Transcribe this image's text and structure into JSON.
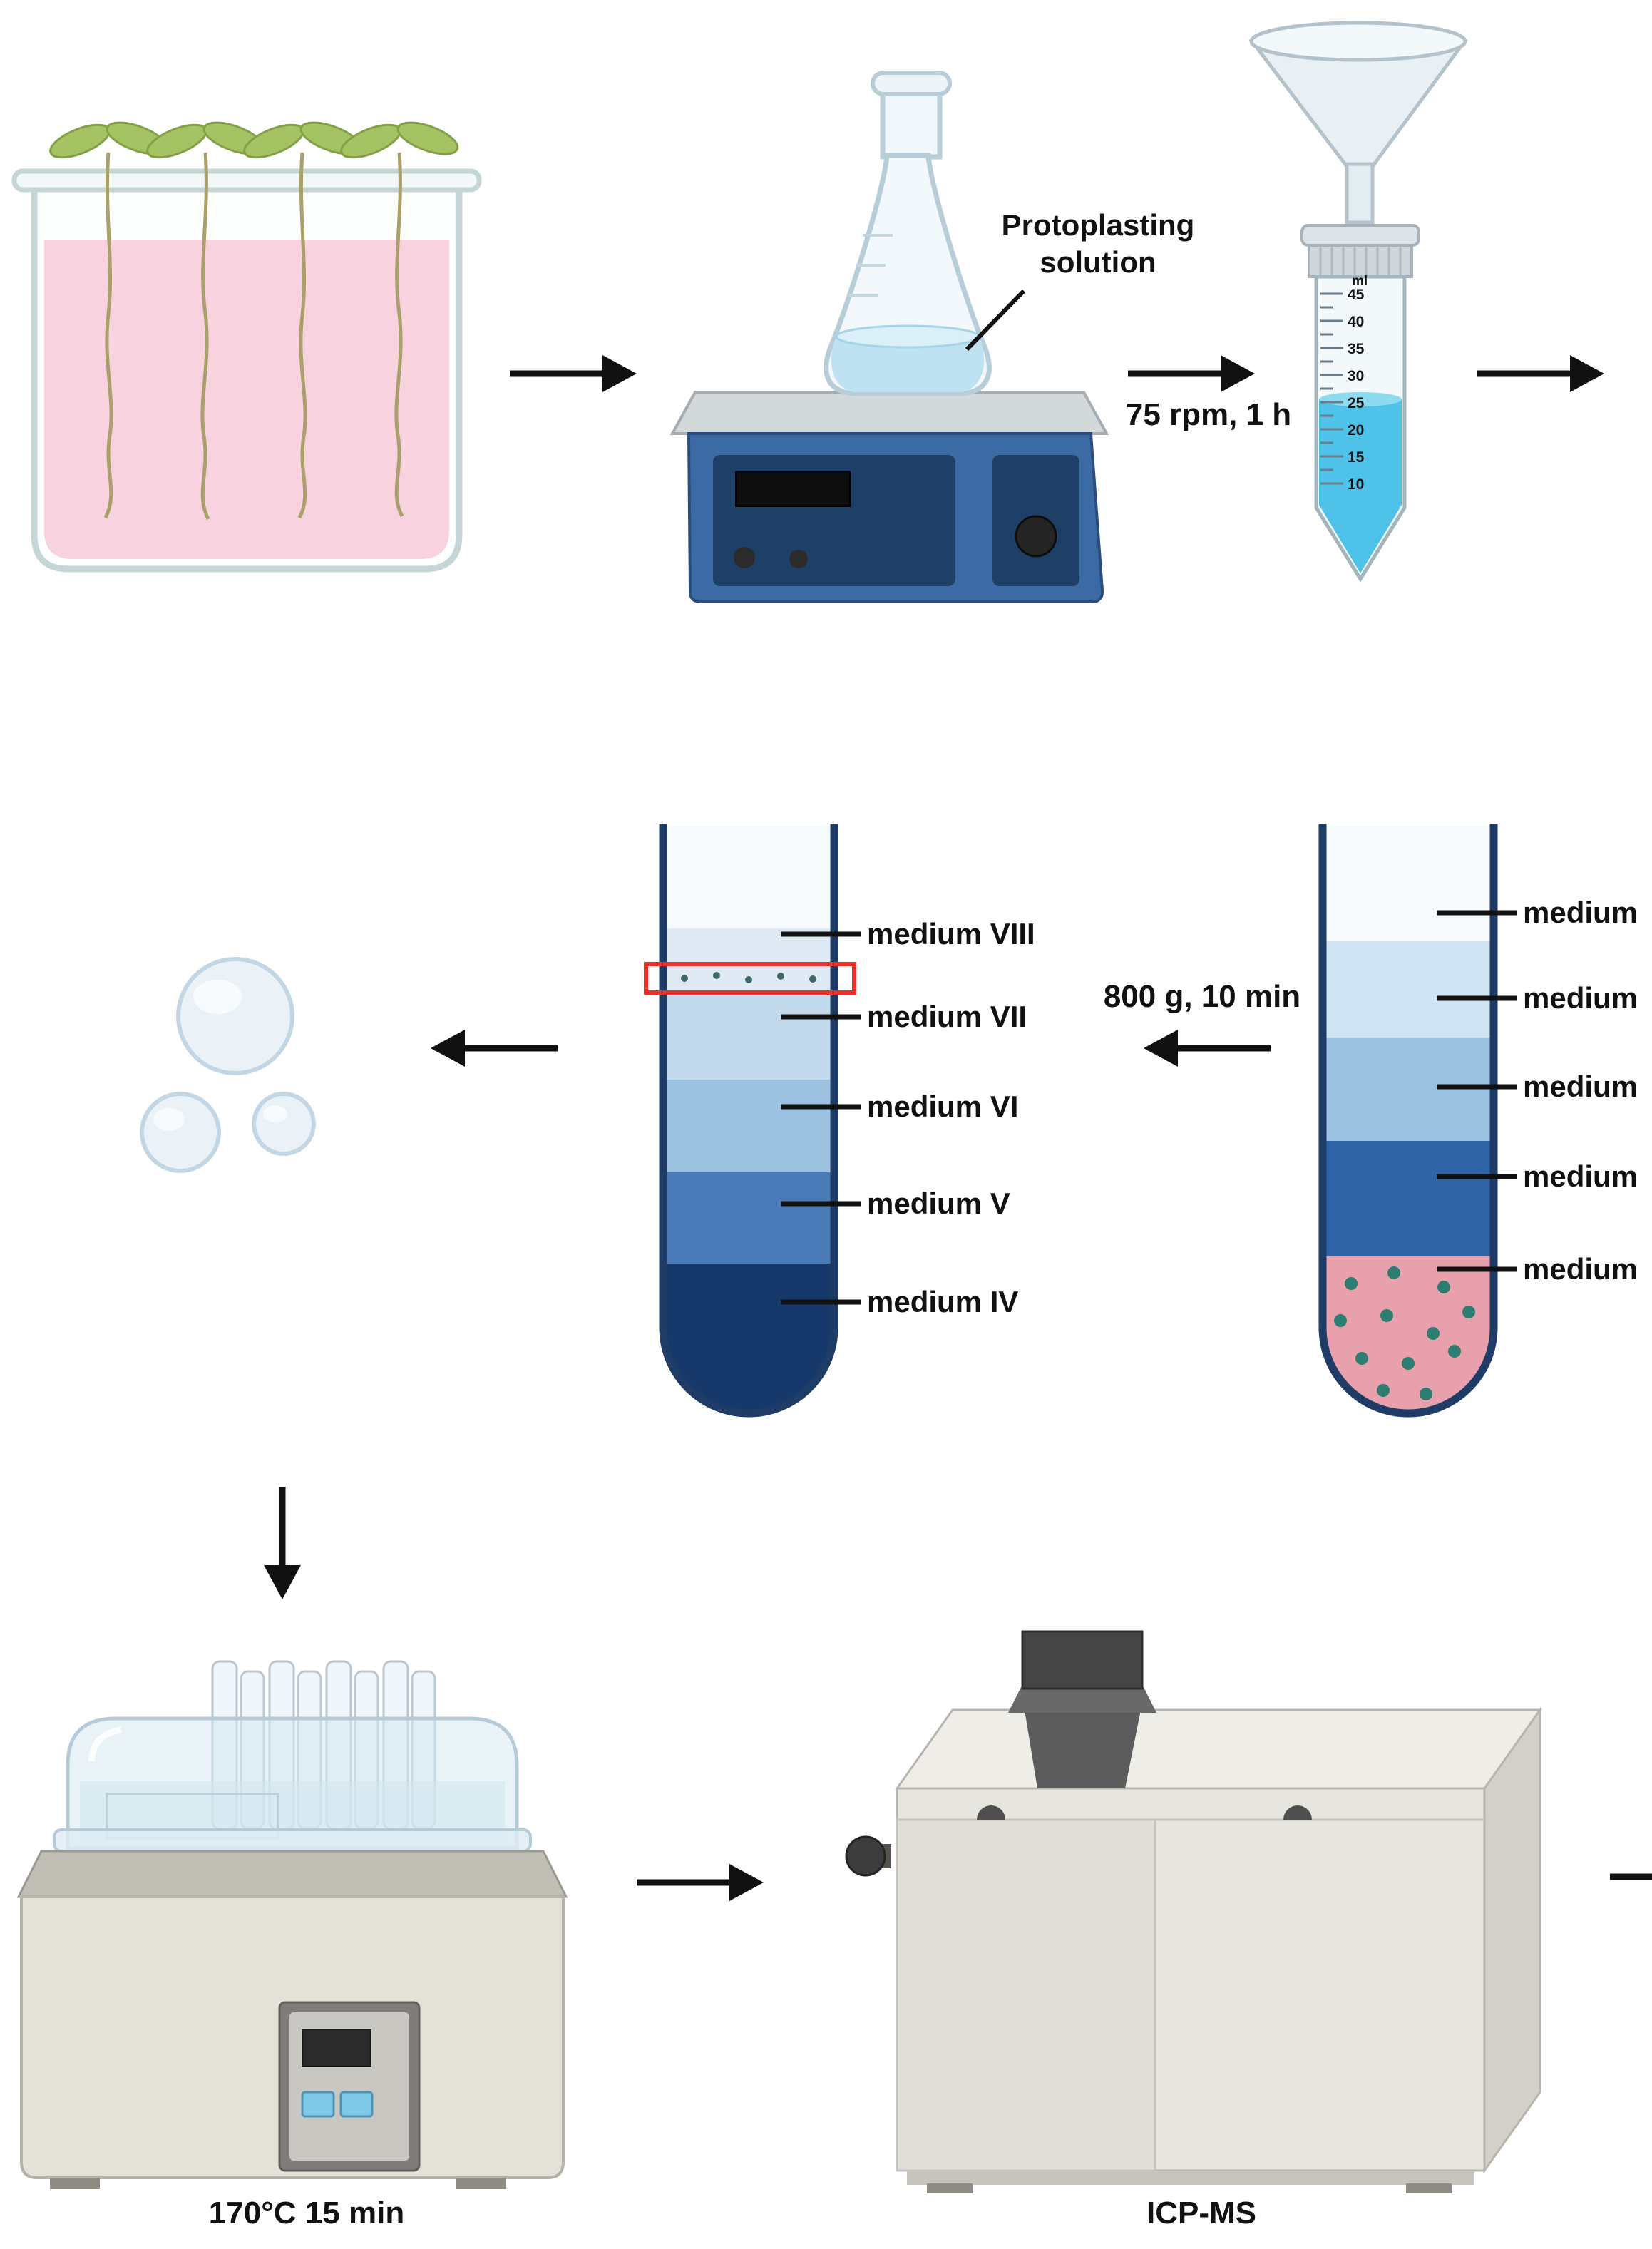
{
  "colors": {
    "arrow": "#111111",
    "pink_medium": "#f8d2de",
    "flask_liquid": "#bfe2f2",
    "falcon_liquid": "#4ec2e8",
    "red_box": "#e5332a",
    "dot_teal": "#2e7d72",
    "gradient_layers": [
      "#f6fafc",
      "#dfeaf5",
      "#c3d9ec",
      "#9cc1e1",
      "#4a7ab8",
      "#16386b"
    ],
    "mix_layers": [
      "#f6fafc",
      "#cfe3f2",
      "#9cc2e2",
      "#2f64a6",
      "#e7a0ac"
    ]
  },
  "step1": {
    "flask_label": {
      "line1": "Protoplasting",
      "line2": "solution"
    },
    "shake_label": "75 rpm, 1 h",
    "falcon": {
      "unit": "ml",
      "graduations": [
        "45",
        "40",
        "35",
        "30",
        "25",
        "20",
        "15",
        "10"
      ]
    }
  },
  "step2": {
    "centrifuge_label": "800 g, 10 min",
    "gradient_tube_labels": [
      "medium VIII",
      "medium VII",
      "medium VI",
      "medium V",
      "medium IV"
    ],
    "mix_tube_labels": [
      "medium",
      "medium",
      "medium",
      "medium",
      "medium"
    ]
  },
  "step3": {
    "bath_label": "170°C 15 min",
    "instrument_label": "ICP-MS"
  }
}
